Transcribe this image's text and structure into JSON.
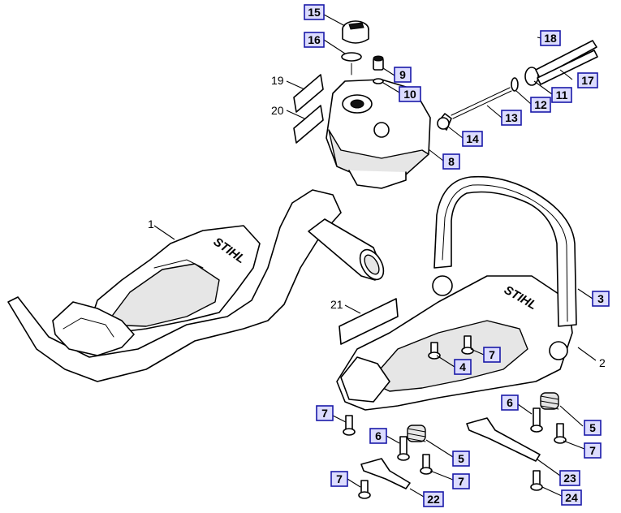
{
  "diagram": {
    "brand_text": "STIHL",
    "callouts_boxed": [
      {
        "id": "c15",
        "label": "15"
      },
      {
        "id": "c16",
        "label": "16"
      },
      {
        "id": "c9",
        "label": "9"
      },
      {
        "id": "c10",
        "label": "10"
      },
      {
        "id": "c18",
        "label": "18"
      },
      {
        "id": "c17",
        "label": "17"
      },
      {
        "id": "c11",
        "label": "11"
      },
      {
        "id": "c12",
        "label": "12"
      },
      {
        "id": "c13",
        "label": "13"
      },
      {
        "id": "c14",
        "label": "14"
      },
      {
        "id": "c8",
        "label": "8"
      },
      {
        "id": "c3",
        "label": "3"
      },
      {
        "id": "c7a",
        "label": "7"
      },
      {
        "id": "c4",
        "label": "4"
      },
      {
        "id": "c7b",
        "label": "7"
      },
      {
        "id": "c6a",
        "label": "6"
      },
      {
        "id": "c5a",
        "label": "5"
      },
      {
        "id": "c6b",
        "label": "6"
      },
      {
        "id": "c5b",
        "label": "5"
      },
      {
        "id": "c7c",
        "label": "7"
      },
      {
        "id": "c7d",
        "label": "7"
      },
      {
        "id": "c7e",
        "label": "7"
      },
      {
        "id": "c22",
        "label": "22"
      },
      {
        "id": "c23",
        "label": "23"
      },
      {
        "id": "c24",
        "label": "24"
      }
    ],
    "callouts_plain": [
      {
        "id": "p19",
        "label": "19"
      },
      {
        "id": "p20",
        "label": "20"
      },
      {
        "id": "p1",
        "label": "1"
      },
      {
        "id": "p21",
        "label": "21"
      },
      {
        "id": "p2",
        "label": "2"
      }
    ]
  }
}
